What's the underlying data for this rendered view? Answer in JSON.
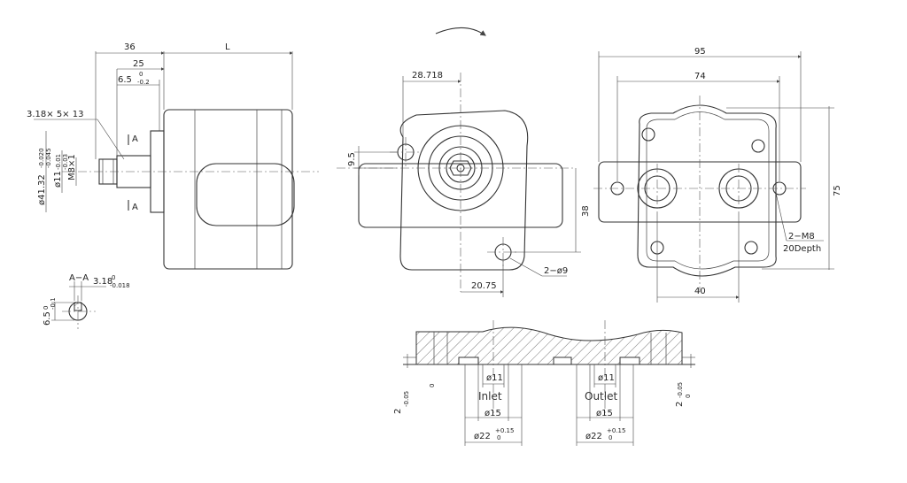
{
  "side_view": {
    "dim_36": "36",
    "dim_L": "L",
    "dim_25": "25",
    "dim_6_5": "6.5",
    "dim_6_5_upper": "0",
    "dim_6_5_lower": "-0.2",
    "key_label": "3.18× 5× 13",
    "dia_41": "ø41.32",
    "dia_41_tol_upper": "-0.020",
    "dia_41_tol_lower": "-0.045",
    "dia_11": "ø11",
    "dia_11_tol_upper": "-0.01",
    "dia_11_tol_lower": "-0.03",
    "thread": "M8×1",
    "section_mark_top": "A",
    "section_mark_bottom": "A"
  },
  "section_aa": {
    "title": "A−A",
    "dim_width": "3.18",
    "dim_width_upper": "0",
    "dim_width_lower": "-0.018",
    "dim_height": "6.5",
    "dim_height_upper": "0",
    "dim_height_lower": "-0.1"
  },
  "front_view": {
    "dim_28718": "28.718",
    "dim_9_5": "9.5",
    "dim_38": "38",
    "dim_2075": "20.75",
    "holes": "2−ø9"
  },
  "port_view": {
    "dim_95": "95",
    "dim_74": "74",
    "dim_75": "75",
    "dim_40": "40",
    "thread_note": "2−M8",
    "depth_note": "20Depth"
  },
  "port_section": {
    "inlet_label": "Inlet",
    "outlet_label": "Outlet",
    "inlet_d11": "ø11",
    "inlet_d15": "ø15",
    "inlet_d22": "ø22",
    "inlet_d22_upper": "+0.15",
    "inlet_d22_lower": "0",
    "outlet_d11": "ø11",
    "outlet_d15": "ø15",
    "outlet_d22": "ø22",
    "outlet_d22_upper": "+0.15",
    "outlet_d22_lower": "0",
    "left_tol": "2",
    "left_tol_lower": "-0.05",
    "left_tol_zero": "0",
    "right_tol": "2",
    "right_tol_upper": "-0.05",
    "right_tol_lower": "0"
  }
}
